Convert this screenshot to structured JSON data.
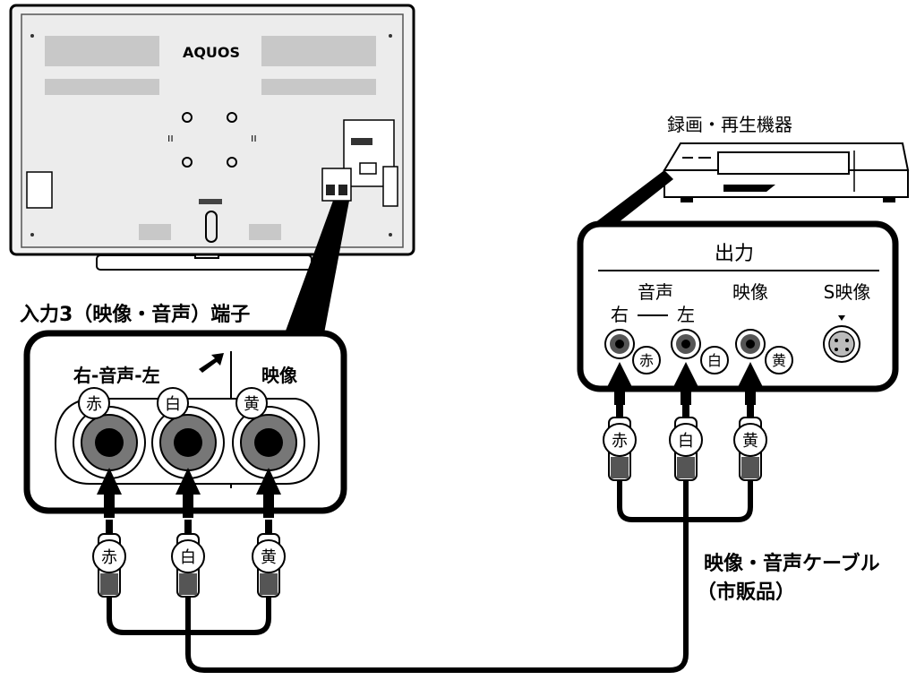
{
  "tv": {
    "brand": "AQUOS"
  },
  "recorder": {
    "title": "録画・再生機器"
  },
  "tv_terminal": {
    "caption": "入力3（映像・音声）端子",
    "audio_label": "右-音声-左",
    "video_label": "映像"
  },
  "output_panel": {
    "title": "出力",
    "audio_label": "音声",
    "right_label": "右",
    "left_label": "左",
    "video_label": "映像",
    "svideo_label": "S映像"
  },
  "colors": {
    "red": "赤",
    "white": "白",
    "yellow": "黄"
  },
  "cable": {
    "line1": "映像・音声ケーブル",
    "line2": "（市販品）"
  }
}
